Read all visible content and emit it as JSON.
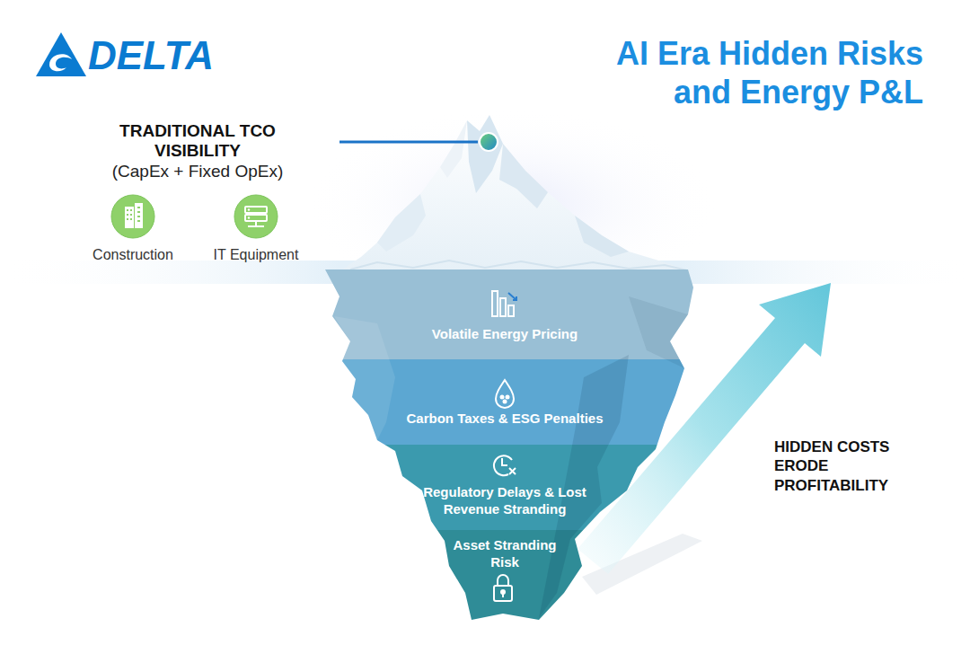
{
  "diagram": {
    "title": "AI Era Hidden Risks and Energy P&L",
    "nodes": [
      {
        "text": [
          "Construction"
        ]
      },
      {
        "text": [
          "IT Equipment"
        ]
      },
      {
        "text": [
          "Volatile Energy Pricing"
        ]
      },
      {
        "text": [
          "Carbon Taxes & ESG Penalties"
        ]
      },
      {
        "text": [
          "Regulatory Delays & Lost Revenue Stranding"
        ]
      },
      {
        "text": [
          "Asset Stranding Risk"
        ]
      }
    ],
    "labels": [
      "DELTA",
      "TRADITIONAL TCO VISIBILITY",
      "(CapEx + Fixed OpEx)",
      "HIDDEN COSTS ERODE PROFITABILITY"
    ]
  }
}
